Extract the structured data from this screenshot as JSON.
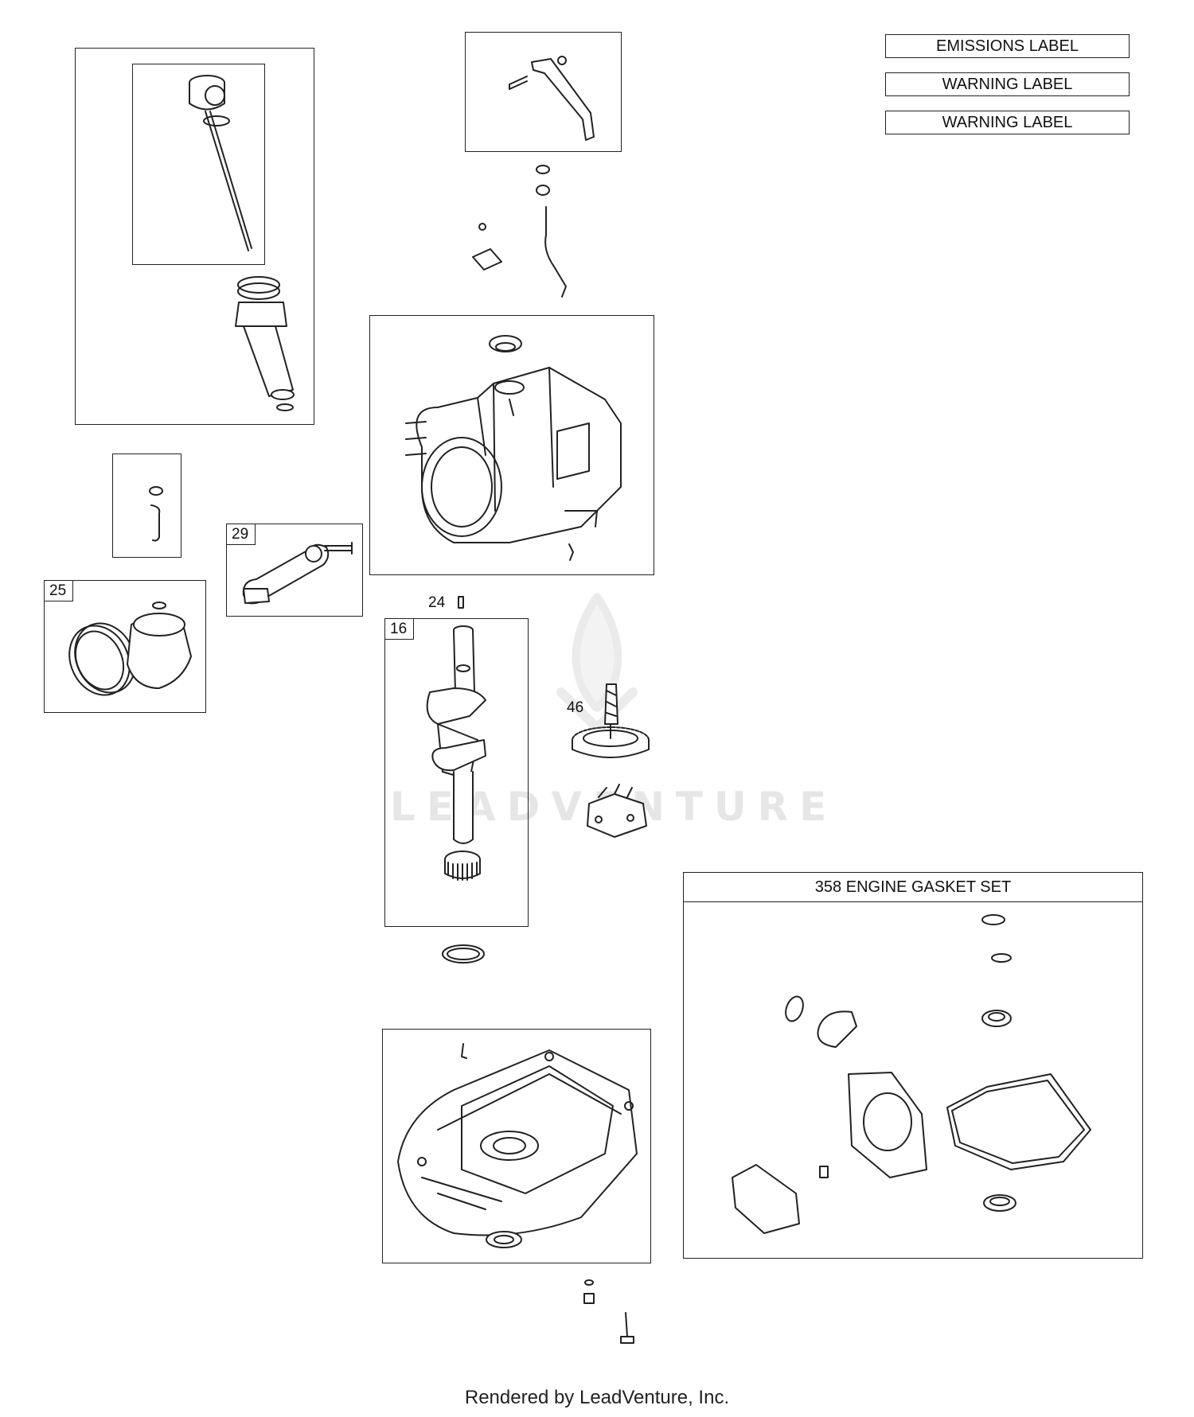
{
  "labels": {
    "emissions": "EMISSIONS LABEL",
    "warning_1": "WARNING LABEL",
    "warning_2": "WARNING LABEL"
  },
  "callouts": {
    "crankshaft": "16",
    "key": "24",
    "piston": "25",
    "connecting_rod": "29",
    "camshaft": "46"
  },
  "gasket_kit": {
    "title": "358 ENGINE GASKET SET"
  },
  "watermark": "LEADVENTURE",
  "footer": "Rendered by LeadVenture, Inc."
}
